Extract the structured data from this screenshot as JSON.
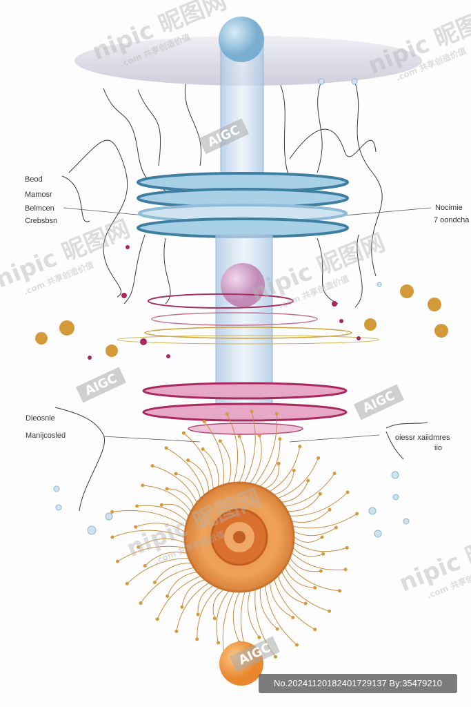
{
  "labels": {
    "left_top": [
      "Beod",
      "Mamosr",
      "Belmcen",
      "Crebsbsn"
    ],
    "right_top": [
      "Nocimie",
      "7 oondcha"
    ],
    "left_bottom": [
      "Dieosnle",
      "Manijcosled"
    ],
    "right_bottom": [
      "oiessr xaiidmres",
      "iio"
    ]
  },
  "watermarks": {
    "brand": "nipic 昵图网",
    "slogan": ".com 共享创造价值",
    "aigc": "AIGC",
    "id_tag": "No.20241120182401729137 By:35479210"
  },
  "colors": {
    "disc_gray": "#dcdbe6",
    "blue_disc": "#8fc0dc",
    "blue_edge": "#3e7ea0",
    "magenta": "#b0306a",
    "gold": "#d49a3a",
    "orange": "#e08a3a"
  }
}
